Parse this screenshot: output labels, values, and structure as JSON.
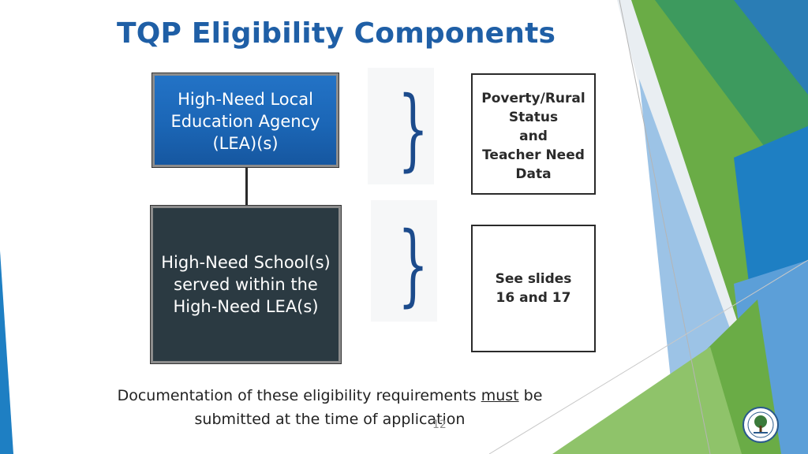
{
  "slide": {
    "title": "TQP Eligibility Components",
    "lea_box": {
      "label": "High-Need Local\nEducation Agency\n(LEA)(s)"
    },
    "school_box": {
      "label": "High-Need School(s)\nserved within the\nHigh-Need LEA(s)"
    },
    "info_box_1": {
      "label": "Poverty/Rural\nStatus\nand\nTeacher Need\nData"
    },
    "info_box_2": {
      "label": "See slides\n16 and 17"
    },
    "footer": {
      "before": "Documentation of these eligibility requirements ",
      "emphasis": "must",
      "after": " be submitted at the time of application"
    },
    "page_number": "12"
  },
  "colors": {
    "title": "#1f5fa6",
    "lea_box": "#1b66b6",
    "school_box": "#2b3a42",
    "brace": "#1c4b8c",
    "accent_blue": "#1e7fc3",
    "accent_green": "#6aac46"
  },
  "icons": {
    "brace": "right-curly-brace",
    "seal": "department-seal-icon"
  }
}
